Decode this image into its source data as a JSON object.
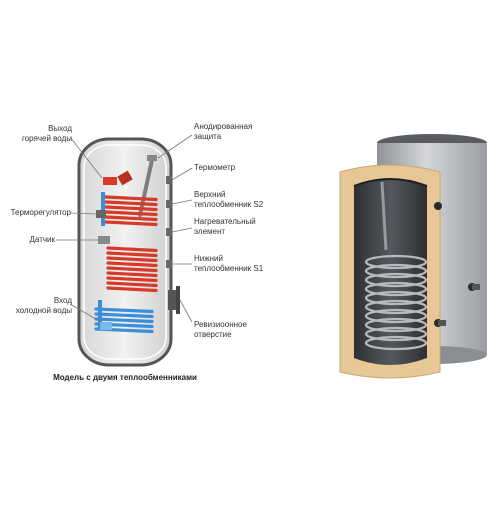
{
  "diagram": {
    "labels": {
      "hot_water_outlet": "Выход\nгорячей воды",
      "thermostat": "Терморегулятор",
      "sensor": "Датчик",
      "cold_water_inlet": "Вход\nхолодной воды",
      "anode": "Анодированная\nзащита",
      "thermometer": "Термометр",
      "upper_exchanger": "Верхний\nтеплообменник S2",
      "heating_element": "Нагревательный\nэлемент",
      "lower_exchanger": "Нижний\nтеплообменник S1",
      "inspection_opening": "Ревизиоонное\nотверстие"
    },
    "caption": "Модель с двумя теплообменниками"
  },
  "colors": {
    "hot_coil": "#d83a2a",
    "cold_coil": "#3a8fd8",
    "tank_outline": "#555555",
    "insulation": "#e7c796",
    "tank_body": "#b9bcc0",
    "tank_interior": "#3a3c40"
  }
}
